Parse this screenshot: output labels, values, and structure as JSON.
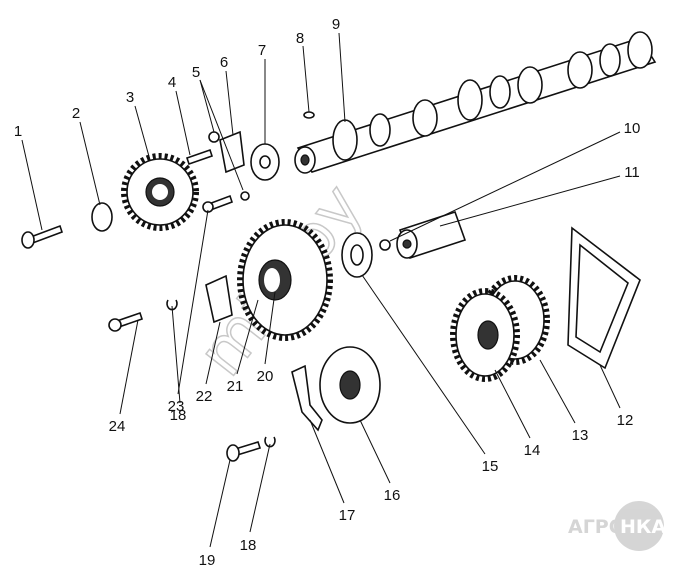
{
  "diagram": {
    "labels": [
      "1",
      "2",
      "3",
      "4",
      "5",
      "6",
      "7",
      "8",
      "9",
      "10",
      "11",
      "12",
      "13",
      "14",
      "15",
      "16",
      "17",
      "18",
      "18",
      "19",
      "20",
      "21",
      "22",
      "23",
      "24"
    ],
    "watermark": "mtz.by",
    "logo": {
      "left": "АГРО",
      "right": "НКА"
    }
  }
}
